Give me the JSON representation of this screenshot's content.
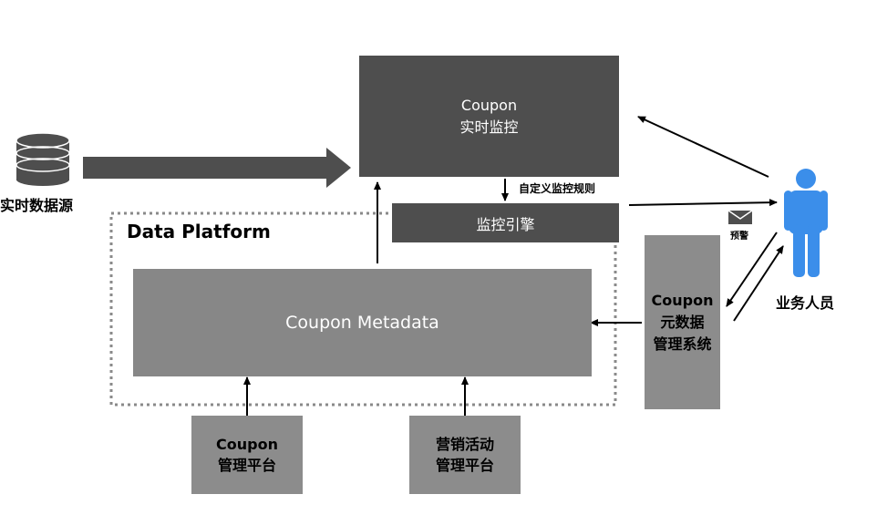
{
  "colors": {
    "dark_box": "#4e4e4e",
    "mid_box": "#878787",
    "light_box": "#8c8c8c",
    "person": "#3b8eea",
    "arrow": "#000000",
    "big_arrow": "#4e4e4e",
    "dashed_border": "#8a8a8a"
  },
  "data_source": {
    "icon": "database-icon",
    "label": "实时数据源"
  },
  "realtime_monitor": {
    "line1": "Coupon",
    "line2": "实时监控"
  },
  "rule_label": "自定义监控规则",
  "monitor_engine": {
    "label": "监控引擎"
  },
  "data_platform": {
    "title": "Data Platform"
  },
  "metadata": {
    "label": "Coupon Metadata"
  },
  "metadata_system": {
    "line1": "Coupon",
    "line2": "元数据",
    "line3": "管理系统"
  },
  "coupon_platform": {
    "line1": "Coupon",
    "line2": "管理平台"
  },
  "marketing_platform": {
    "line1": "营销活动",
    "line2": "管理平台"
  },
  "alert": {
    "icon": "envelope-icon",
    "label": "预警"
  },
  "business_user": {
    "icon": "person-icon",
    "label": "业务人员"
  }
}
